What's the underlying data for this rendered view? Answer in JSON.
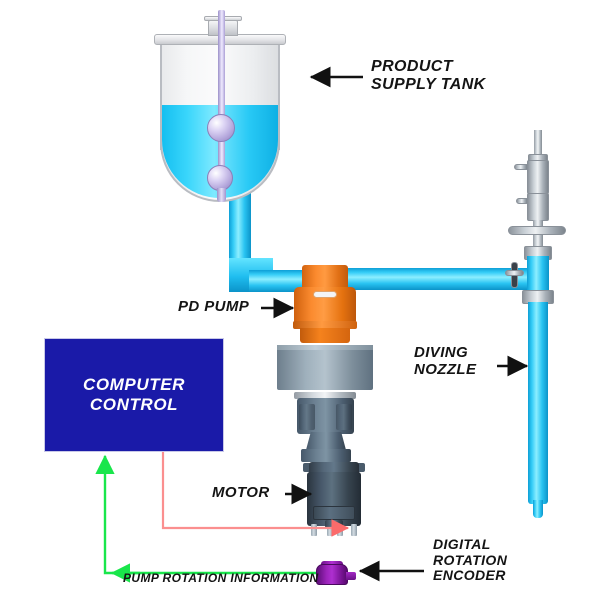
{
  "diagram": {
    "title_labels": {
      "product_supply_tank": "PRODUCT\nSUPPLY TANK",
      "product_supply_tank_line1": "PRODUCT",
      "product_supply_tank_line2": "SUPPLY TANK",
      "pd_pump": "PD PUMP",
      "diving_nozzle_line1": "DIVING",
      "diving_nozzle_line2": "NOZZLE",
      "motor": "MOTOR",
      "encoder_line1": "DIGITAL",
      "encoder_line2": "ROTATION",
      "encoder_line3": "ENCODER",
      "signal_line": "PUMP ROTATION INFORMATION"
    },
    "computer_control": {
      "line1": "COMPUTER",
      "line2": "CONTROL"
    },
    "colors": {
      "liquid": "#3ad6fb",
      "pipe": "#29c4f2",
      "pump": "#f5821d",
      "computer_box": "#1a1aa8",
      "encoder": "#9c24bb",
      "motor": "#47586a",
      "control_signal": "#ff8a8a",
      "feedback_signal": "#19e64b",
      "label_text": "#141414",
      "background": "#ffffff"
    },
    "components": [
      {
        "name": "product-supply-tank",
        "type": "vessel"
      },
      {
        "name": "level-sensor",
        "type": "float-sensor"
      },
      {
        "name": "pd-pump",
        "type": "pump"
      },
      {
        "name": "motor",
        "type": "motor"
      },
      {
        "name": "digital-rotation-encoder",
        "type": "encoder"
      },
      {
        "name": "diving-nozzle",
        "type": "nozzle"
      },
      {
        "name": "computer-control",
        "type": "controller"
      }
    ]
  }
}
